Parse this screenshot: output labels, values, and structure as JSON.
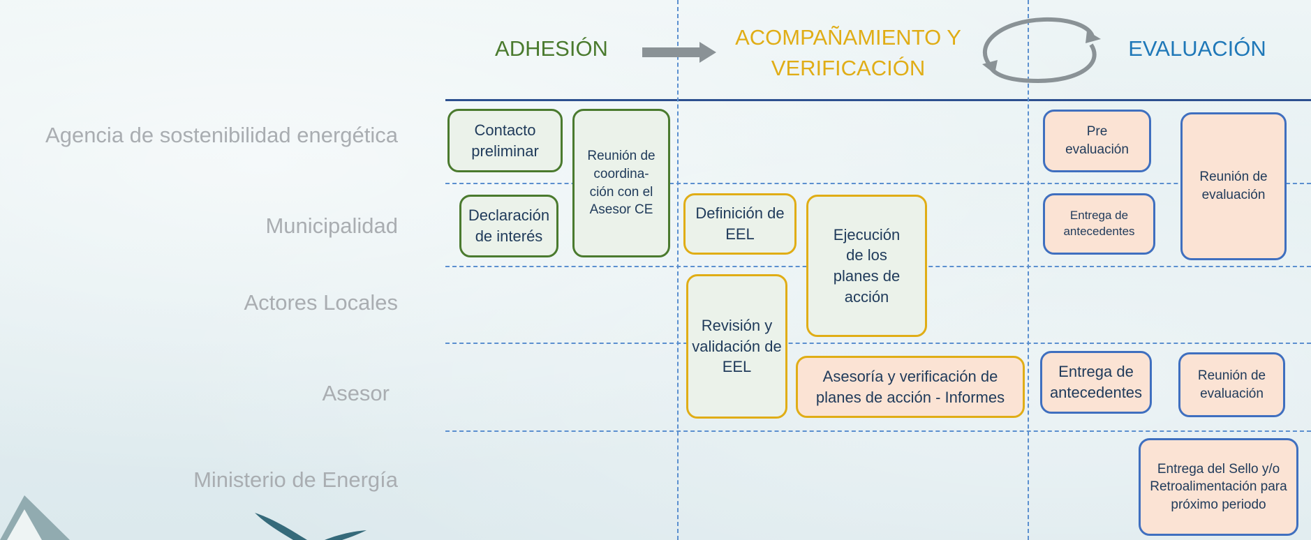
{
  "phases": {
    "adhesion": "ADHESIÓN",
    "acompanamiento_line1": "ACOMPAÑAMIENTO Y",
    "acompanamiento_line2": "VERIFICACIÓN",
    "evaluacion": "EVALUACIÓN"
  },
  "rows": [
    "Agencia de sostenibilidad energética",
    "Municipalidad",
    "Actores Locales",
    "Asesor",
    "Ministerio de Energía"
  ],
  "boxes": {
    "contacto": "Contacto preliminar",
    "reunion_coord_1": "Reunión de",
    "reunion_coord_2": "coordina-",
    "reunion_coord_3": "ción con el",
    "reunion_coord_4": "Asesor CE",
    "declaracion": "Declaración de interés",
    "definicion": "Definición de EEL",
    "ejecucion": "Ejecución de los planes de acción",
    "revision": "Revisión y validación de EEL",
    "asesoria": "Asesoría y verificación de planes de acción - Informes",
    "pre_eval": "Pre evaluación",
    "entrega_ante_muni": "Entrega de antecedentes",
    "reunion_eval_agencia": "Reunión de evaluación",
    "entrega_ante_asesor": "Entrega de antecedentes",
    "reunion_eval_asesor": "Reunión de evaluación",
    "entrega_sello": "Entrega del Sello y/o Retroalimentación para próximo periodo"
  },
  "colors": {
    "adhesion": "#4a7a2e",
    "acompanamiento": "#e0ad16",
    "evaluacion": "#1f78b8",
    "row_label": "#a9adb1"
  }
}
